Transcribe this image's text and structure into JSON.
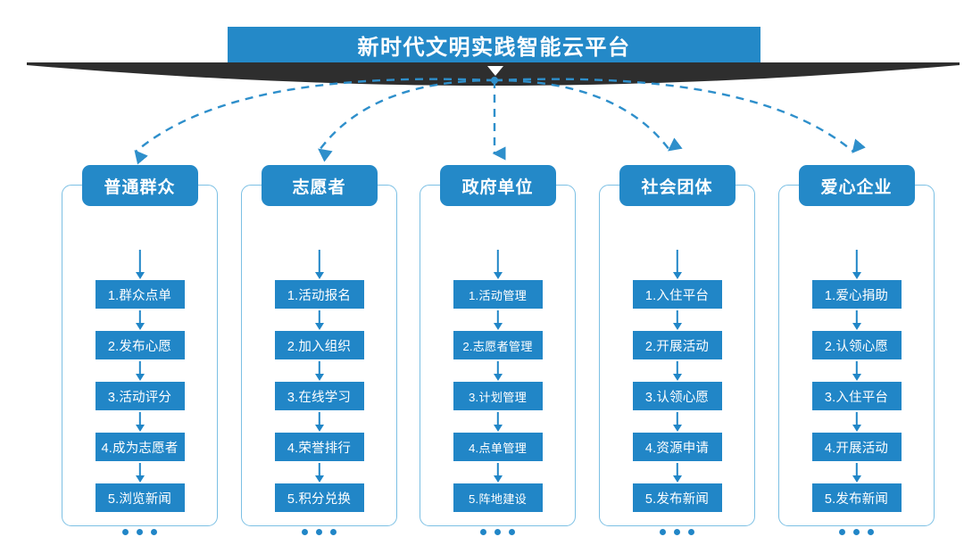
{
  "banner": {
    "title": "新时代文明实践智能云平台",
    "chevron_icon": "chevron-down-icon",
    "bar_color": "#2489C8",
    "ribbon_color": "#2E2E2E"
  },
  "theme": {
    "header_blue": "#2489C8",
    "step_blue": "#2186C7",
    "outline_blue": "#7CC0E4",
    "connector_blue": "#2E8FCB",
    "text_white": "#FFFFFF",
    "background": "#FFFFFF"
  },
  "columns": [
    {
      "header": "普通群众",
      "steps": [
        "1.群众点单",
        "2.发布心愿",
        "3.活动评分",
        "4.成为志愿者",
        "5.浏览新闻"
      ],
      "more": "..."
    },
    {
      "header": "志愿者",
      "steps": [
        "1.活动报名",
        "2.加入组织",
        "3.在线学习",
        "4.荣誉排行",
        "5.积分兑换"
      ],
      "more": "..."
    },
    {
      "header": "政府单位",
      "steps": [
        "1.活动管理",
        "2.志愿者管理",
        "3.计划管理",
        "4.点单管理",
        "5.阵地建设"
      ],
      "more": "..."
    },
    {
      "header": "社会团体",
      "steps": [
        "1.入住平台",
        "2.开展活动",
        "3.认领心愿",
        "4.资源申请",
        "5.发布新闻"
      ],
      "more": "..."
    },
    {
      "header": "爱心企业",
      "steps": [
        "1.爱心捐助",
        "2.认领心愿",
        "3.入住平台",
        "4.开展活动",
        "5.发布新闻"
      ],
      "more": "..."
    }
  ]
}
